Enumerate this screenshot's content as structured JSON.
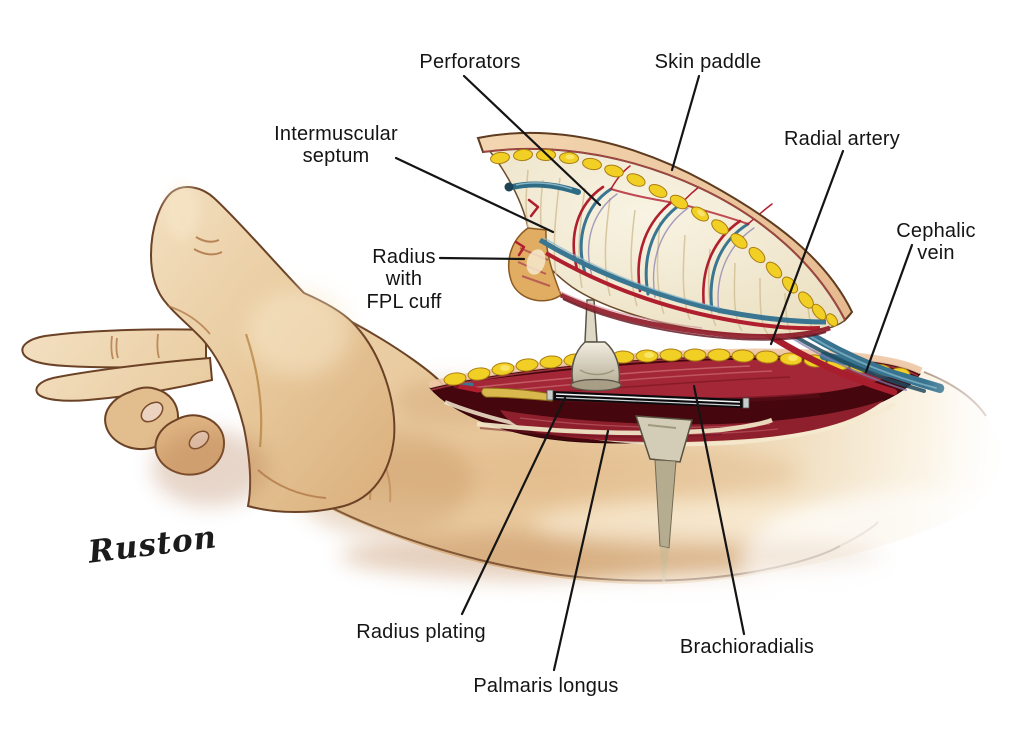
{
  "figure": {
    "signature": "Ruston",
    "labels": {
      "perforators": "Perforators",
      "skin_paddle": "Skin paddle",
      "intermuscular_septum": "Intermuscular\nseptum",
      "radial_artery": "Radial artery",
      "radius_fpl": "Radius\nwith\nFPL cuff",
      "cephalic_vein": "Cephalic vein",
      "radius_plating": "Radius plating",
      "palmaris_longus": "Palmaris longus",
      "brachioradialis": "Brachioradialis"
    },
    "colors": {
      "background": "#ffffff",
      "label_text": "#141414",
      "skin": "#e8c89c",
      "muscle_red": "#a32736",
      "fat_yellow": "#f2cf25",
      "fascia_cream": "#f4eed9",
      "artery_red": "#b01f2e",
      "vein_teal": "#38748f",
      "plate_black": "#0b0b0d"
    }
  }
}
